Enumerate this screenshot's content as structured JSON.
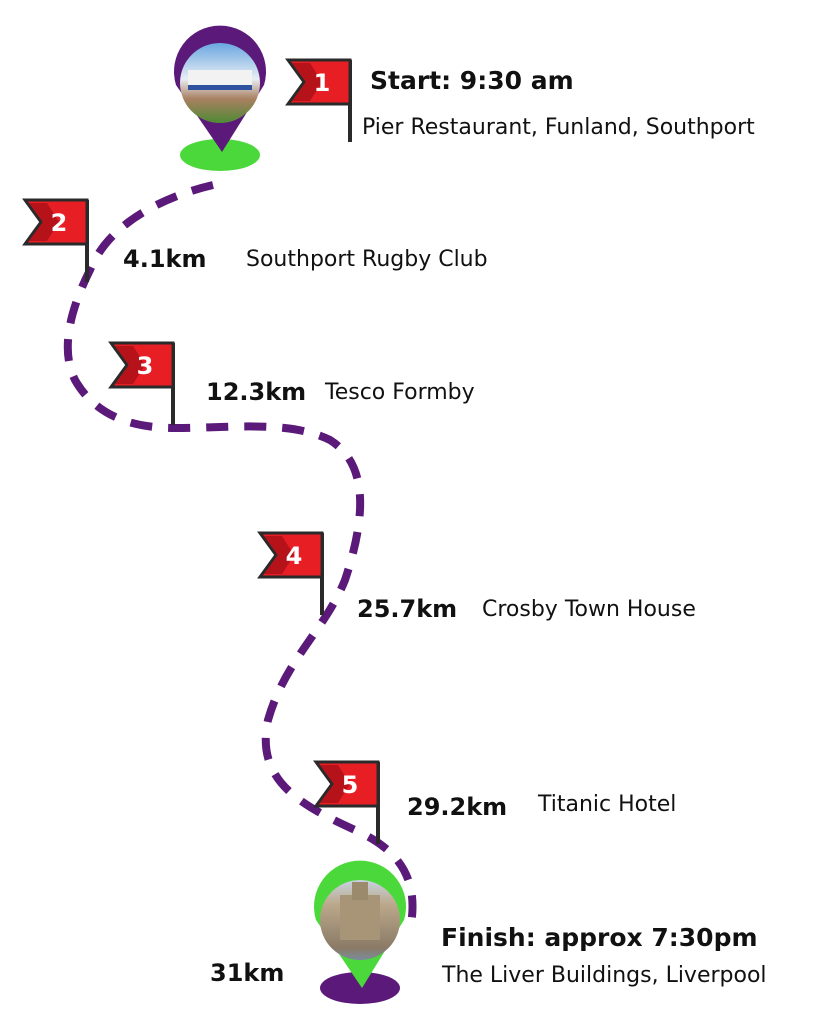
{
  "colors": {
    "route": "#5b1a7a",
    "flag": "#e81e25",
    "start_base": "#4bd83a",
    "finish_base": "#5b1a7a"
  },
  "start": {
    "heading": "Start: 9:30 am",
    "location": "Pier Restaurant, Funland, Southport",
    "flag_number": "1"
  },
  "checkpoints": [
    {
      "flag_number": "2",
      "distance": "4.1km",
      "location": "Southport Rugby Club"
    },
    {
      "flag_number": "3",
      "distance": "12.3km",
      "location": "Tesco Formby"
    },
    {
      "flag_number": "4",
      "distance": "25.7km",
      "location": "Crosby Town House"
    },
    {
      "flag_number": "5",
      "distance": "29.2km",
      "location": "Titanic Hotel"
    }
  ],
  "finish": {
    "heading": "Finish: approx 7:30pm",
    "location": "The Liver Buildings, Liverpool",
    "distance": "31km"
  }
}
